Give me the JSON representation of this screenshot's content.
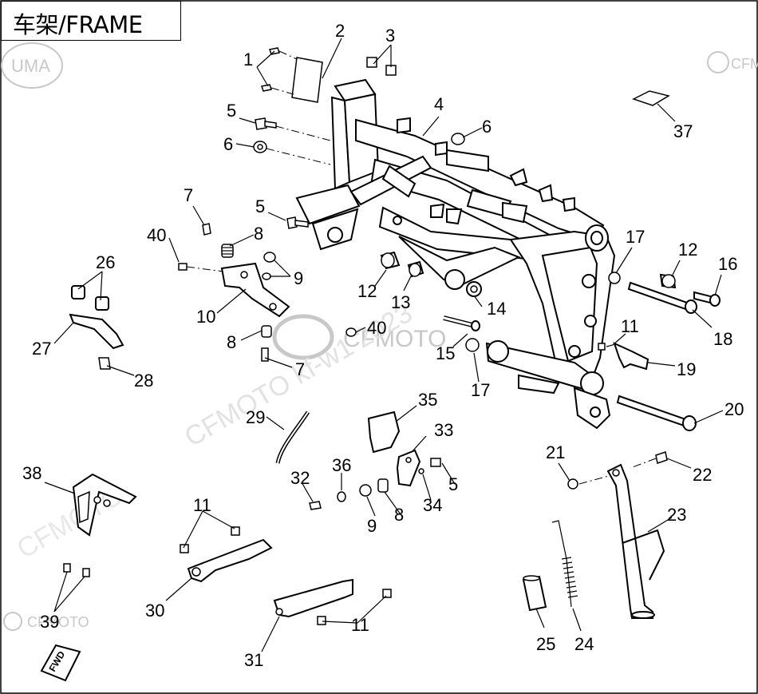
{
  "title": "车架/FRAME",
  "watermarks": {
    "left_logo": "UMA",
    "right_logo": "CFMOTO",
    "bottom_logo": "CFMOTO",
    "center_logo": "CFMOTO",
    "diagonal_text": "CFMOTO kf-w1 2023"
  },
  "colors": {
    "line": "#000000",
    "watermark": "#c8c8c8",
    "background": "#ffffff"
  },
  "callouts": [
    "1",
    "2",
    "3",
    "4",
    "5",
    "6",
    "7",
    "8",
    "9",
    "10",
    "11",
    "12",
    "13",
    "14",
    "15",
    "16",
    "17",
    "18",
    "19",
    "20",
    "21",
    "22",
    "23",
    "24",
    "25",
    "26",
    "27",
    "28",
    "29",
    "30",
    "31",
    "32",
    "33",
    "34",
    "35",
    "36",
    "37",
    "38",
    "39",
    "40"
  ],
  "arrow_tag": "FWD"
}
